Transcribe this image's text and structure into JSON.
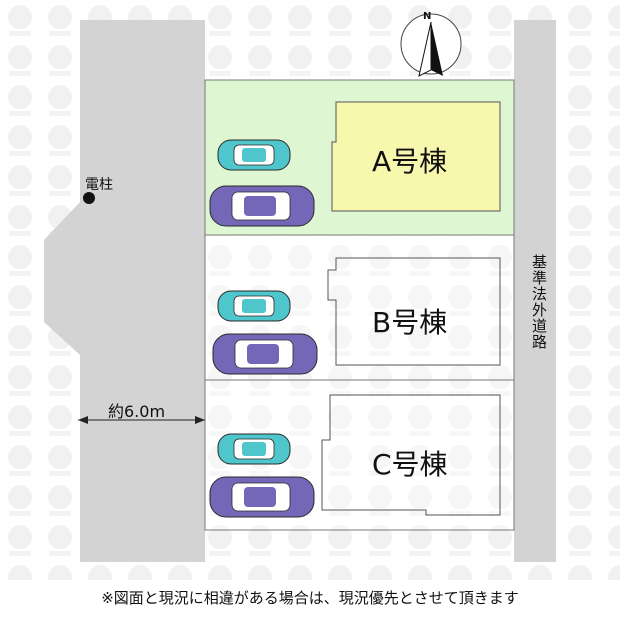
{
  "colors": {
    "road": "#d3d3d3",
    "lot_a": "#def7d2",
    "building_a": "#f7f7ad",
    "car_teal": "#4fc6cc",
    "car_purple": "#7467b8",
    "watermark": "#f1f1f1"
  },
  "compass": {
    "letter": "N",
    "icon": "north-arrow-icon"
  },
  "pole": {
    "label": "電柱",
    "icon": "pole-dot-icon"
  },
  "road_width": {
    "label": "約6.0m"
  },
  "side_road": {
    "label": "基準法外道路"
  },
  "buildings": [
    {
      "label": "A号棟"
    },
    {
      "label": "B号棟"
    },
    {
      "label": "C号棟"
    }
  ],
  "footer": {
    "note": "※図面と現況に相違がある場合は、現況優先とさせて頂きます"
  }
}
